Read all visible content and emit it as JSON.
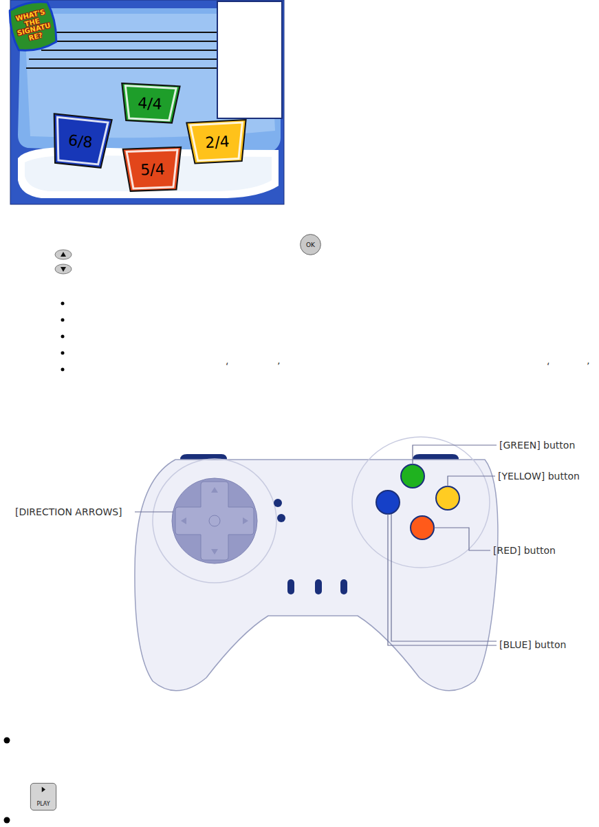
{
  "diagram": {
    "nodes": [
      {
        "text": [
          "WHAT'S THE SIGNATURE?"
        ]
      },
      {
        "text": [
          "4/4"
        ]
      },
      {
        "text": [
          "6/8"
        ]
      },
      {
        "text": [
          "2/4"
        ]
      },
      {
        "text": [
          "5/4"
        ]
      },
      {
        "text": [
          "OK"
        ]
      },
      {
        "text": [
          "PLAY"
        ]
      }
    ],
    "labels": [
      "‘",
      "’",
      "‘",
      "’",
      "[GREEN] button",
      "[YELLOW] button",
      "[DIRECTION ARROWS]",
      "[RED] button",
      "[BLUE] button"
    ]
  }
}
